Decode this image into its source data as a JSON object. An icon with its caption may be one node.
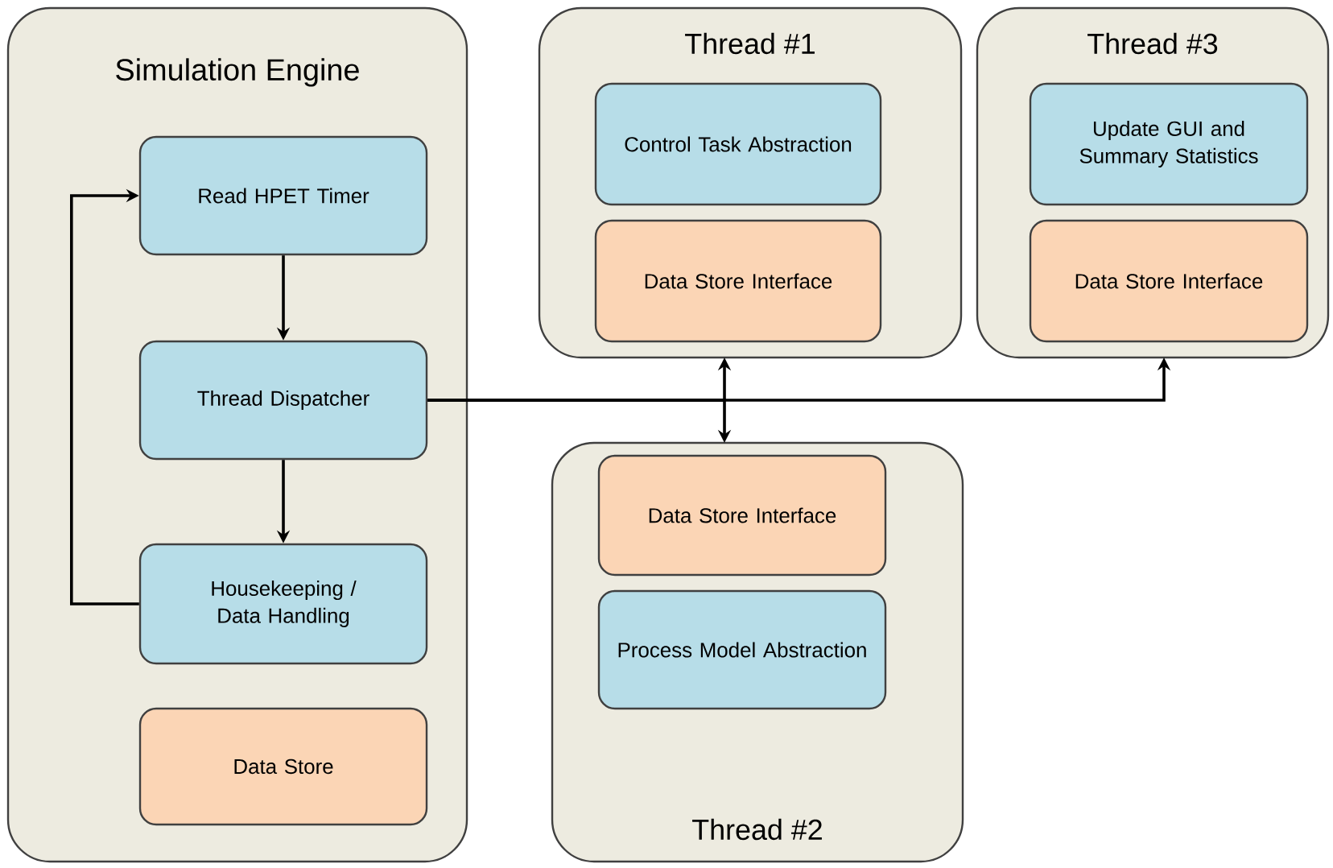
{
  "diagram": {
    "nodes": [
      {
        "text": [
          "Simulation Engine"
        ]
      },
      {
        "text": [
          "Read HPET Timer"
        ],
        "in": 0
      },
      {
        "text": [
          "Thread Dispatcher"
        ],
        "in": 0
      },
      {
        "text": [
          "Housekeeping / Data Handling"
        ],
        "in": 0
      },
      {
        "text": [
          "Data Store"
        ],
        "in": 0
      },
      {
        "text": [
          "Thread #1"
        ]
      },
      {
        "text": [
          "Control Task Abstraction"
        ],
        "in": 5
      },
      {
        "text": [
          "Data Store Interface"
        ],
        "in": 5
      },
      {
        "text": [
          "Thread #3"
        ]
      },
      {
        "text": [
          "Update GUI and Summary Statistics"
        ],
        "in": 8
      },
      {
        "text": [
          "Data Store Interface"
        ],
        "in": 8
      },
      {
        "text": [
          "Thread #2"
        ]
      },
      {
        "text": [
          "Data Store Interface"
        ],
        "in": 11
      },
      {
        "text": [
          "Process Model Abstraction"
        ],
        "in": 11
      }
    ],
    "edges": [
      {
        "from": 1,
        "to": 2,
        "arrow": "to"
      },
      {
        "from": 2,
        "to": 3,
        "arrow": "to"
      },
      {
        "from": 3,
        "to": 1,
        "arrow": "to"
      },
      {
        "from": 2,
        "to": 5,
        "arrow": "to"
      },
      {
        "from": 2,
        "to": 11,
        "arrow": "to"
      },
      {
        "from": 2,
        "to": 8,
        "arrow": "to"
      }
    ]
  }
}
